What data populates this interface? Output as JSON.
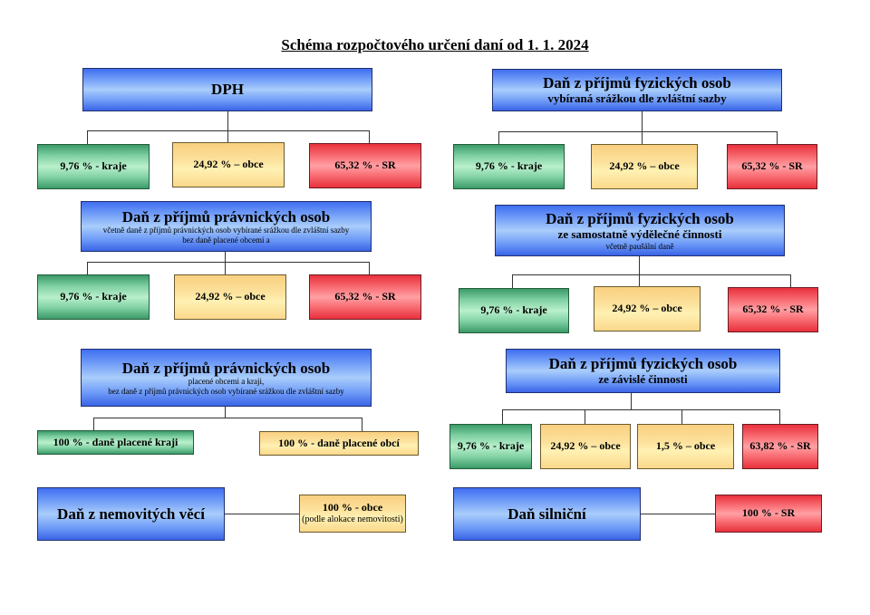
{
  "title": "Schéma rozpočtového určení daní od 1. 1. 2024",
  "colors": {
    "blue": "#6b98f7",
    "green": "#7fd0a2",
    "yellow": "#fce29d",
    "red": "#fa7278"
  },
  "blocks": {
    "dph": {
      "title": "DPH",
      "shares": [
        "9,76 % - kraje",
        "24,92 % – obce",
        "65,32 % - SR"
      ]
    },
    "dpfo_srazka": {
      "title": "Daň z příjmů fyzických osob",
      "subtitle": "vybíraná srážkou dle zvláštní sazby",
      "shares": [
        "9,76 % - kraje",
        "24,92 % – obce",
        "65,32 % - SR"
      ]
    },
    "dppo": {
      "title": "Daň z příjmů právnických osob",
      "note1": "včetně daně z příjmů právnických osob vybírané srážkou dle zvláštní sazby",
      "note2": "bez daně placené obcemi a",
      "shares": [
        "9,76 % - kraje",
        "24,92 % – obce",
        "65,32 % - SR"
      ]
    },
    "dpfo_osvc": {
      "title": "Daň z příjmů fyzických osob",
      "subtitle": "ze samostatně výdělečné činnosti",
      "note": "včetně paušální daně",
      "shares": [
        "9,76 % - kraje",
        "24,92 % – obce",
        "65,32 % - SR"
      ]
    },
    "dppo_obce_kraje": {
      "title": "Daň z příjmů právnických osob",
      "note1": "placené obcemi a kraji,",
      "note2": "bez daně z příjmů právnických osob vybírané srážkou dle zvláštní sazby",
      "shares": [
        "100 % - daně placené kraji",
        "100 % - daně placené obcí"
      ]
    },
    "dpfo_zavisla": {
      "title": "Daň z příjmů fyzických osob",
      "subtitle": "ze závislé činnosti",
      "shares": [
        "9,76 % - kraje",
        "24,92 % – obce",
        "1,5 % – obce",
        "63,82 % - SR"
      ]
    },
    "nemovitosti": {
      "title": "Daň z nemovitých věcí",
      "share": "100 % - obce",
      "share_note": "(podle alokace nemovitosti)"
    },
    "silnicni": {
      "title": "Daň silniční",
      "share": "100 % - SR"
    }
  }
}
